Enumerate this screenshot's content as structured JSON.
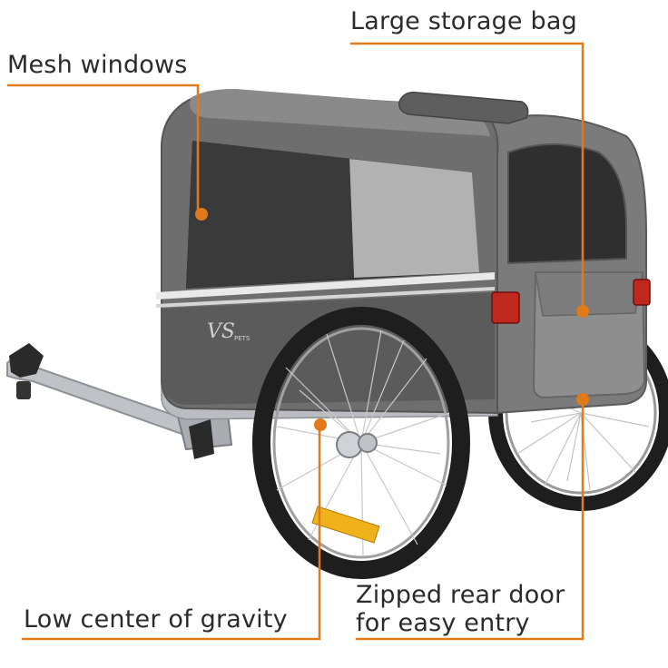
{
  "labels": {
    "mesh_windows": "Mesh windows",
    "storage_bag": "Large storage bag",
    "center_of_gravity": "Low center of gravity",
    "rear_door_line1": "Zipped rear door",
    "rear_door_line2": "for easy entry"
  },
  "logo": {
    "text": "VS",
    "subtext": "PETS"
  },
  "colors": {
    "accent": "#e07a1a",
    "canopy": "#6e6e6e",
    "canopy_light": "#8a8a8a",
    "frame": "#b9bcc0",
    "tire": "#1e1e1e",
    "reflector_red": "#c0281e",
    "reflector_amber": "#f0b21b",
    "text": "#2b2b2b"
  }
}
